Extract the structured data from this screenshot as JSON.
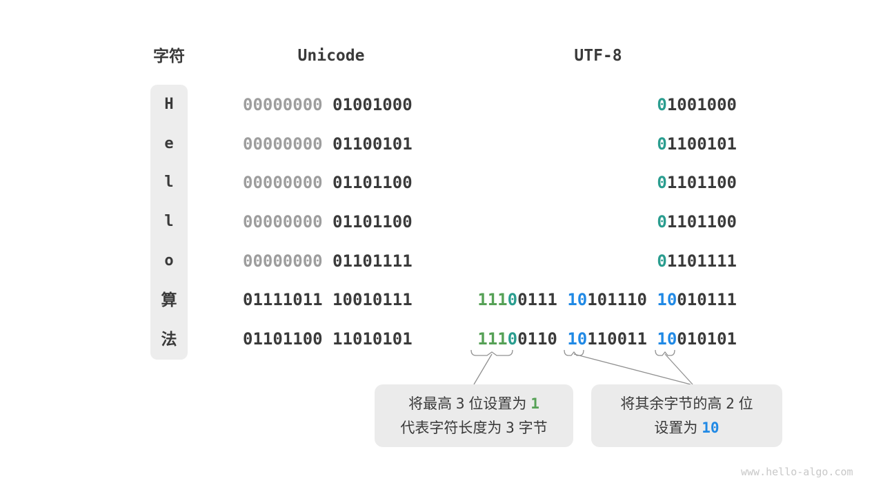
{
  "page": {
    "watermark": "www.hello-algo.com"
  },
  "header": {
    "char_label": "字符",
    "unicode_label": "Unicode",
    "utf8_label": "UTF-8"
  },
  "colors": {
    "dark": "#3a3a3a",
    "muted_zero": "#9d9d9d",
    "green_prefix": "#56a156",
    "teal_prefix": "#2a9d8f",
    "blue_prefix": "#2089e5",
    "box_bg": "#ebebeb"
  },
  "rows": [
    {
      "char": "H",
      "script": "latin",
      "unicode": [
        [
          "00000000",
          "muted"
        ],
        [
          " ",
          ""
        ],
        [
          "01001000",
          ""
        ]
      ],
      "utf8": [
        [
          "0",
          "teal"
        ],
        [
          "1001000",
          ""
        ]
      ]
    },
    {
      "char": "e",
      "script": "latin",
      "unicode": [
        [
          "00000000",
          "muted"
        ],
        [
          " ",
          ""
        ],
        [
          "01100101",
          ""
        ]
      ],
      "utf8": [
        [
          "0",
          "teal"
        ],
        [
          "1100101",
          ""
        ]
      ]
    },
    {
      "char": "l",
      "script": "latin",
      "unicode": [
        [
          "00000000",
          "muted"
        ],
        [
          " ",
          ""
        ],
        [
          "01101100",
          ""
        ]
      ],
      "utf8": [
        [
          "0",
          "teal"
        ],
        [
          "1101100",
          ""
        ]
      ]
    },
    {
      "char": "l",
      "script": "latin",
      "unicode": [
        [
          "00000000",
          "muted"
        ],
        [
          " ",
          ""
        ],
        [
          "01101100",
          ""
        ]
      ],
      "utf8": [
        [
          "0",
          "teal"
        ],
        [
          "1101100",
          ""
        ]
      ]
    },
    {
      "char": "o",
      "script": "latin",
      "unicode": [
        [
          "00000000",
          "muted"
        ],
        [
          " ",
          ""
        ],
        [
          "01101111",
          ""
        ]
      ],
      "utf8": [
        [
          "0",
          "teal"
        ],
        [
          "1101111",
          ""
        ]
      ]
    },
    {
      "char": "算",
      "script": "cjk",
      "unicode": [
        [
          "01111011",
          ""
        ],
        [
          " ",
          ""
        ],
        [
          "10010111",
          ""
        ]
      ],
      "utf8": [
        [
          "111",
          "green"
        ],
        [
          "0",
          "teal"
        ],
        [
          "0111",
          ""
        ],
        [
          " ",
          ""
        ],
        [
          "10",
          "blue"
        ],
        [
          "101110",
          ""
        ],
        [
          " ",
          ""
        ],
        [
          "10",
          "blue"
        ],
        [
          "010111",
          ""
        ]
      ]
    },
    {
      "char": "法",
      "script": "cjk",
      "unicode": [
        [
          "01101100",
          ""
        ],
        [
          " ",
          ""
        ],
        [
          "11010101",
          ""
        ]
      ],
      "utf8": [
        [
          "111",
          "green"
        ],
        [
          "0",
          "teal"
        ],
        [
          "0110",
          ""
        ],
        [
          " ",
          ""
        ],
        [
          "10",
          "blue"
        ],
        [
          "110011",
          ""
        ],
        [
          " ",
          ""
        ],
        [
          "10",
          "blue"
        ],
        [
          "010101",
          ""
        ]
      ]
    }
  ],
  "callouts": [
    {
      "name": "leading-bits",
      "lines": [
        [
          [
            "将最高 ",
            ""
          ],
          [
            "3",
            "num"
          ],
          [
            " 位设置为 ",
            ""
          ],
          [
            "1",
            "green"
          ]
        ],
        [
          [
            "代表字符长度为 ",
            ""
          ],
          [
            "3",
            "num"
          ],
          [
            " 字节",
            ""
          ]
        ]
      ]
    },
    {
      "name": "continuation-bits",
      "lines": [
        [
          [
            "将其余字节的高 ",
            ""
          ],
          [
            "2",
            "num"
          ],
          [
            " 位",
            ""
          ]
        ],
        [
          [
            "设置为 ",
            ""
          ],
          [
            "10",
            "blue"
          ]
        ]
      ]
    }
  ]
}
